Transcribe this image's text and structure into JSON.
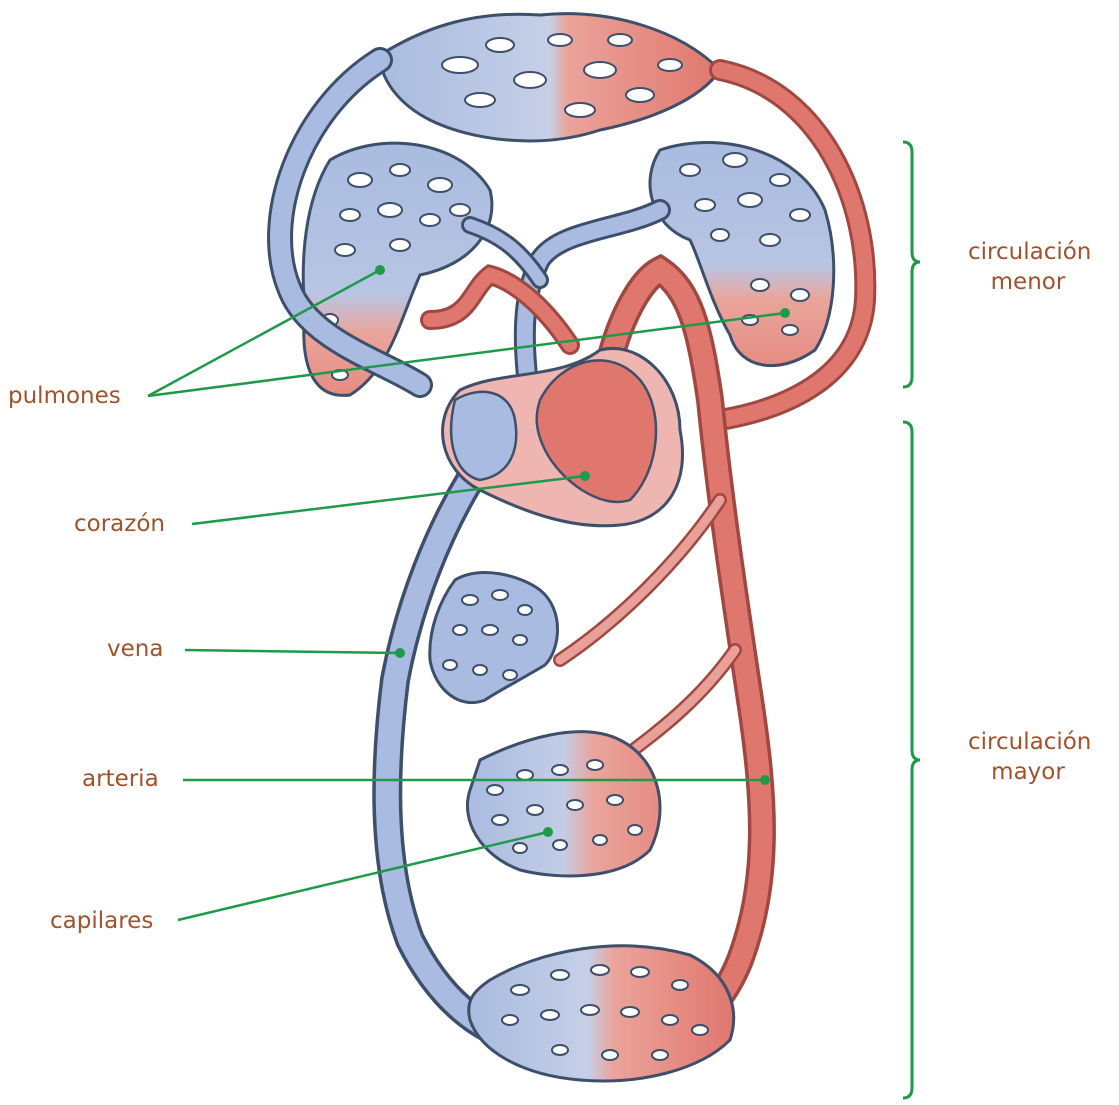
{
  "labels": {
    "pulmones": "pulmones",
    "corazon": "corazón",
    "vena": "vena",
    "arteria": "arteria",
    "capilares": "capilares"
  },
  "brackets": {
    "menor": {
      "line1": "circulación",
      "line2": "menor"
    },
    "mayor": {
      "line1": "circulación",
      "line2": "mayor"
    }
  },
  "colors": {
    "label": "#a0522d",
    "leader": "#1e9a4a",
    "bracket": "#1e9a4a",
    "venous_blood": "#a9bbe0",
    "arterial_blood": "#e0776e",
    "outline": "#3d4f6a"
  }
}
